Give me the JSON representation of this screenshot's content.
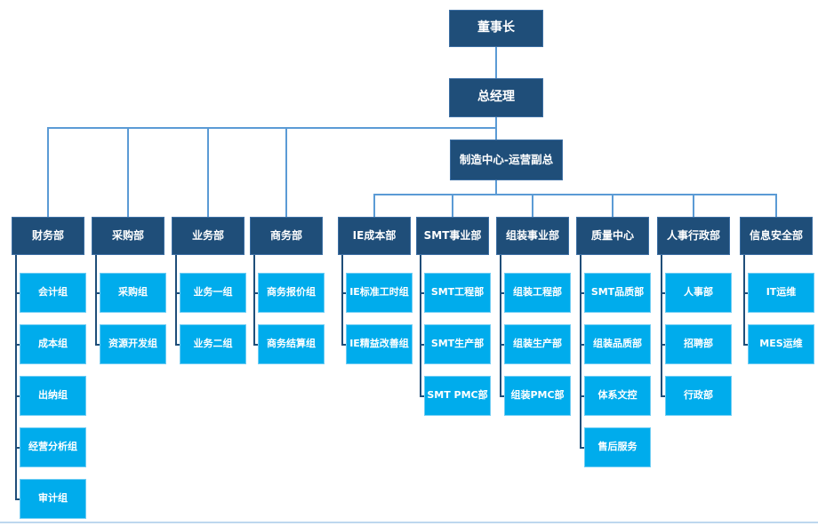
{
  "org": {
    "top_nodes": [
      {
        "label": "董事长"
      },
      {
        "label": "总经理"
      },
      {
        "label": "制造中心-运营副总"
      }
    ],
    "departments": [
      {
        "label": "财务部",
        "children": [
          "会计组",
          "成本组",
          "出纳组",
          "经营分析组",
          "审计组"
        ]
      },
      {
        "label": "采购部",
        "children": [
          "采购组",
          "资源开发组"
        ]
      },
      {
        "label": "业务部",
        "children": [
          "业务一组",
          "业务二组"
        ]
      },
      {
        "label": "商务部",
        "children": [
          "商务报价组",
          "商务结算组"
        ]
      },
      {
        "label": "IE成本部",
        "children": [
          "IE标准工时组",
          "IE精益改善组"
        ]
      },
      {
        "label": "SMT事业部",
        "children": [
          "SMT工程部",
          "SMT生产部",
          "SMT PMC部"
        ]
      },
      {
        "label": "组装事业部",
        "children": [
          "组装工程部",
          "组装生产部",
          "组装PMC部"
        ]
      },
      {
        "label": "质量中心",
        "children": [
          "SMT品质部",
          "组装品质部",
          "体系文控",
          "售后服务"
        ]
      },
      {
        "label": "人事行政部",
        "children": [
          "人事部",
          "招聘部",
          "行政部"
        ]
      },
      {
        "label": "信息安全部",
        "children": [
          "IT运维",
          "MES运维"
        ]
      }
    ],
    "colors": {
      "executive_box": "#1F4E79",
      "team_box": "#00ACEC",
      "connector": "#5B9BD5",
      "trunk_connector": "#1F4E79",
      "bottom_rule": "#BDD7EE"
    }
  }
}
